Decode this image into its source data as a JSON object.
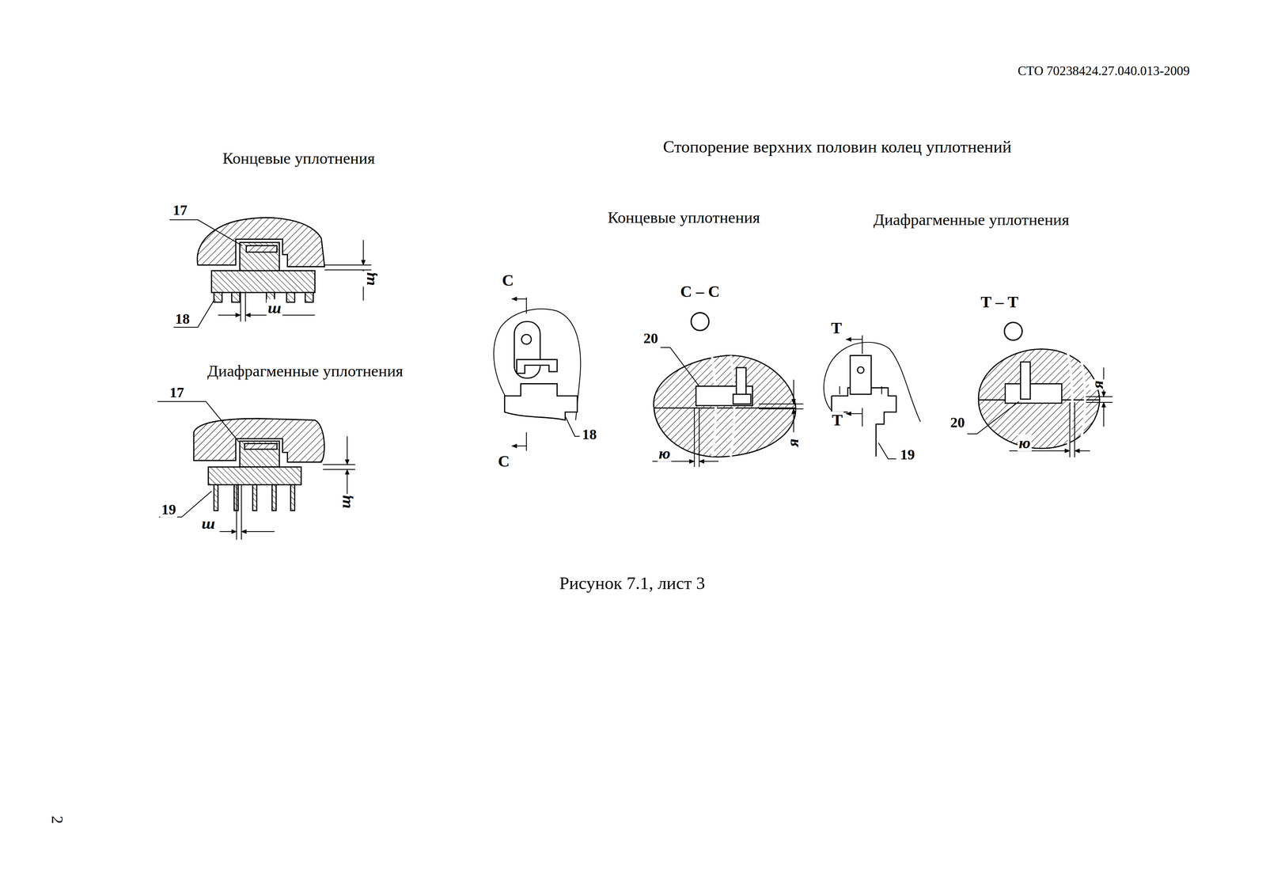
{
  "diagram": {
    "caption": "Рисунок 7.1, лист 3",
    "labels": [
      "СТО 70238424.27.040.013-2009",
      "Концевые уплотнения",
      "Стопорение верхних половин колец уплотнений",
      "Концевые уплотнения",
      "Диафрагменные уплотнения",
      "17",
      "18",
      "ш",
      "щ",
      "Диафрагменные уплотнения",
      "17",
      "19",
      "ш",
      "щ",
      "С",
      "С",
      "18",
      "С – С",
      "20",
      "ю",
      "я",
      "Т",
      "Т",
      "19",
      "Т – Т",
      "20",
      "я",
      "ю",
      "2"
    ]
  }
}
